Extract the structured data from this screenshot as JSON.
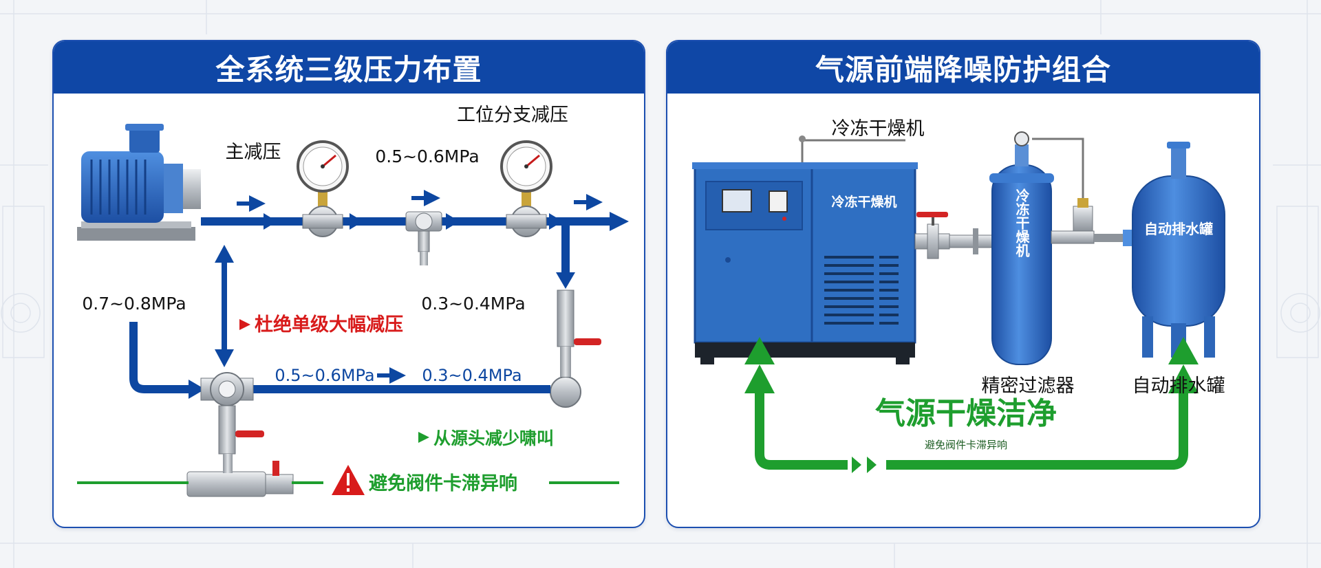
{
  "left_panel": {
    "title": "全系统三级压力布置",
    "labels": {
      "main_reduce": "主减压",
      "branch_reduce": "工位分支减压",
      "p_source": "0.7~0.8MPa",
      "p_mid": "0.5~0.6MPa",
      "p_branch": "0.3~0.4MPa",
      "p_lower_from": "0.5~0.6MPa",
      "p_lower_to": "0.3~0.4MPa"
    },
    "notes": {
      "no_single_stage": "杜绝单级大幅减压",
      "reduce_whistle": "从源头减少啸叫",
      "avoid_stuck": "避免阀件卡滞异响"
    }
  },
  "right_panel": {
    "title": "气源前端降噪防护组合",
    "labels": {
      "dryer_top": "冷冻干燥机",
      "dryer_body": "冷冻干燥机",
      "filter_vertical": "冷冻干燥机",
      "tank_body": "自动排水罐",
      "filter_caption": "精密过滤器",
      "tank_caption": "自动排水罐"
    },
    "bottom": {
      "main_text": "气源干燥洁净",
      "sub_text": "避免阀件卡滞异响"
    }
  },
  "colors": {
    "header_blue": "#0f47a6",
    "pipe_blue": "#0d47a1",
    "alert_red": "#d81b1b",
    "ok_green": "#1e9e2e",
    "equipment_blue": "#2f6fc2"
  }
}
